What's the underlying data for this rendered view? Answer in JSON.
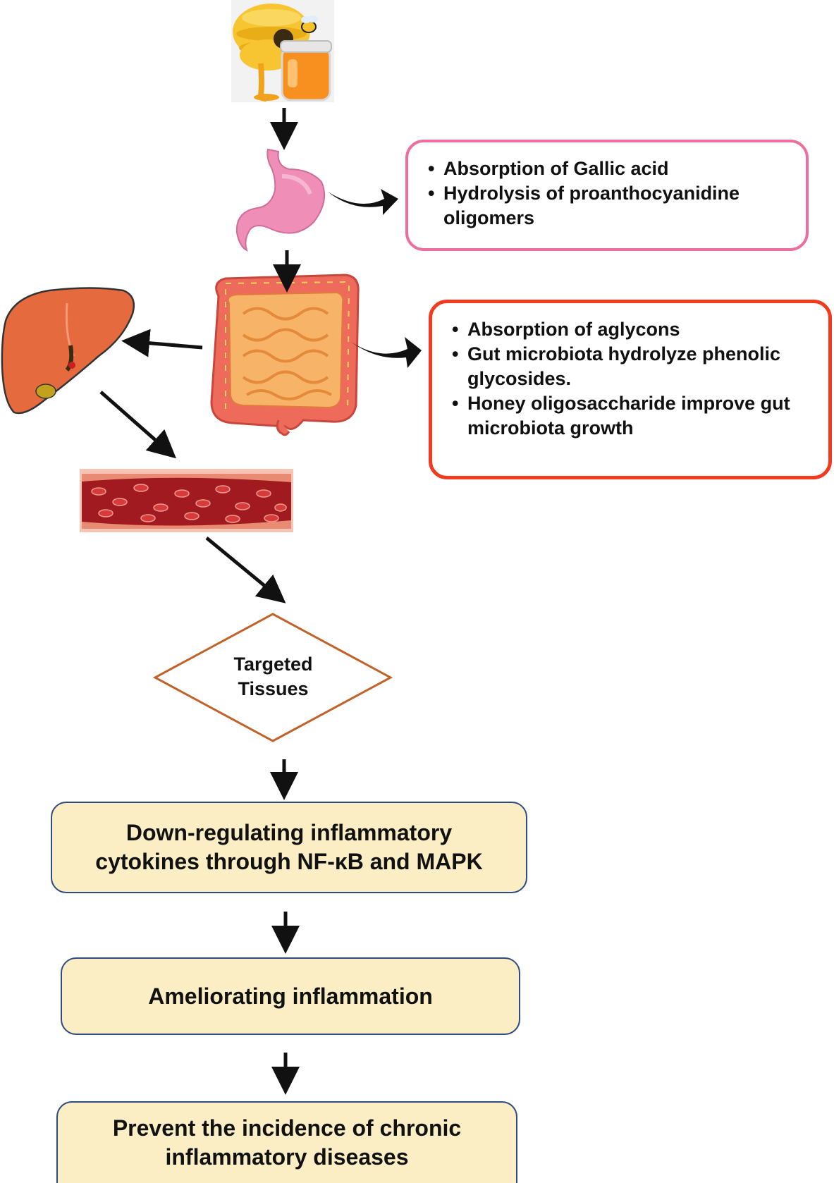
{
  "stomach_box": {
    "items": [
      "Absorption of Gallic acid",
      "Hydrolysis of proanthocyanidine oligomers"
    ]
  },
  "intestine_box": {
    "items": [
      "Absorption of aglycons",
      "Gut microbiota hydrolyze phenolic glycosides.",
      "Honey oligosaccharide improve gut microbiota growth"
    ]
  },
  "diamond": {
    "line1": "Targeted",
    "line2": "Tissues"
  },
  "steps": {
    "step1_line1": "Down-regulating inflammatory",
    "step1_line2": "cytokines through NF-κB and MAPK",
    "step2": "Ameliorating inflammation",
    "step3_line1": "Prevent the incidence of chronic",
    "step3_line2": "inflammatory diseases"
  },
  "icons": [
    "honey-beehive-icon",
    "stomach-icon",
    "intestine-icon",
    "liver-icon",
    "blood-vessel-icon"
  ],
  "colors": {
    "pink_border": "#ec6fa0",
    "red_border": "#f23a1c",
    "step_fill": "#fbeec5",
    "step_border": "#2f4b84",
    "diamond_border": "#c0622a"
  }
}
